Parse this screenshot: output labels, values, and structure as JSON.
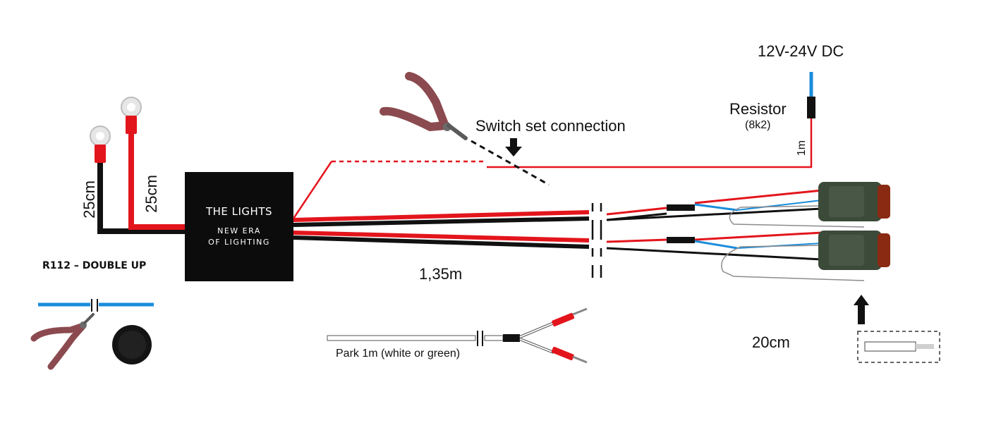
{
  "labels": {
    "supply": "12V-24V DC",
    "resistor": "Resistor",
    "resistor_value": "(8k2)",
    "resistor_length": "1m",
    "switch_connection": "Switch set connection",
    "left_black_length": "25cm",
    "left_red_length": "25cm",
    "module_brand": "THE LIGHTS",
    "module_line1": "NEW ERA",
    "module_line2": "OF LIGHTING",
    "product_code": "R112 – DOUBLE UP",
    "main_length": "1,35m",
    "park": "Park 1m (white or green)",
    "lamp_length": "20cm"
  },
  "colors": {
    "red_wire": "#e3151c",
    "black_wire": "#111111",
    "blue_wire": "#1a8ddc",
    "module": "#0c0c0c",
    "lamp_body": "#3c4a3a",
    "lamp_cap": "#8a2a12"
  },
  "icons": [
    "ring-terminal-icon",
    "wire-cutter-icon",
    "grommet-icon",
    "arrow-down-icon",
    "arrow-up-icon",
    "lamp-icon",
    "crimp-connector-icon"
  ]
}
